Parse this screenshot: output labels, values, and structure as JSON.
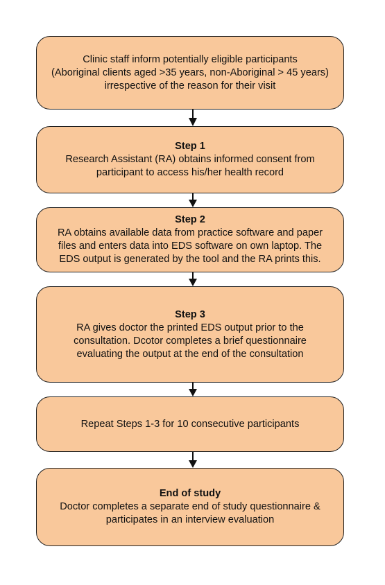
{
  "steps": [
    {
      "title": "",
      "lines": [
        "Clinic staff inform potentially eligible participants",
        "(Aboriginal clients aged >35 years, non-Aboriginal > 45 years)",
        "irrespective of the reason for their visit"
      ]
    },
    {
      "title": "Step 1",
      "lines": [
        "Research Assistant (RA) obtains informed consent from",
        "participant to access his/her health record"
      ]
    },
    {
      "title": "Step 2",
      "lines": [
        "RA obtains available data from practice software and paper",
        "files and enters data into EDS software on own laptop. The",
        "EDS output is generated by the tool and the RA prints this."
      ]
    },
    {
      "title": "Step 3",
      "lines": [
        "RA  gives doctor the printed EDS output prior to the",
        "consultation. Dcotor completes a brief questionnaire",
        "evaluating the output at the end of the consultation"
      ]
    },
    {
      "title": "",
      "lines": [
        "Repeat Steps 1-3 for 10 consecutive participants"
      ]
    },
    {
      "title": "End of study",
      "lines": [
        "Doctor completes a separate end of study questionnaire &",
        "participates in an interview evaluation"
      ]
    }
  ],
  "colors": {
    "box_fill": "#f9c89b",
    "border": "#1f1f1f",
    "arrow": "#111111"
  }
}
